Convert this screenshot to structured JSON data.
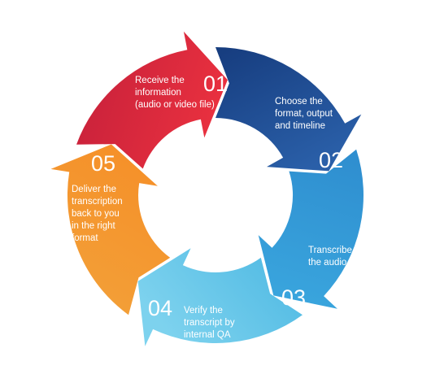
{
  "diagram": {
    "steps": [
      {
        "number": "01",
        "lines": [
          "Receive the",
          "information",
          "(audio or video file)"
        ],
        "color": "#d8243c"
      },
      {
        "number": "02",
        "lines": [
          "Choose the",
          "format, output",
          "and timeline"
        ],
        "color": "#1f4f96"
      },
      {
        "number": "03",
        "lines": [
          "Transcribe",
          "the audio"
        ],
        "color": "#3199d5"
      },
      {
        "number": "04",
        "lines": [
          "Verify the",
          "transcript by",
          "internal QA"
        ],
        "color": "#5cc4e6"
      },
      {
        "number": "05",
        "lines": [
          "Deliver  the",
          "transcription",
          "back to you",
          "in the right",
          "format"
        ],
        "color": "#f59a2c"
      }
    ]
  }
}
